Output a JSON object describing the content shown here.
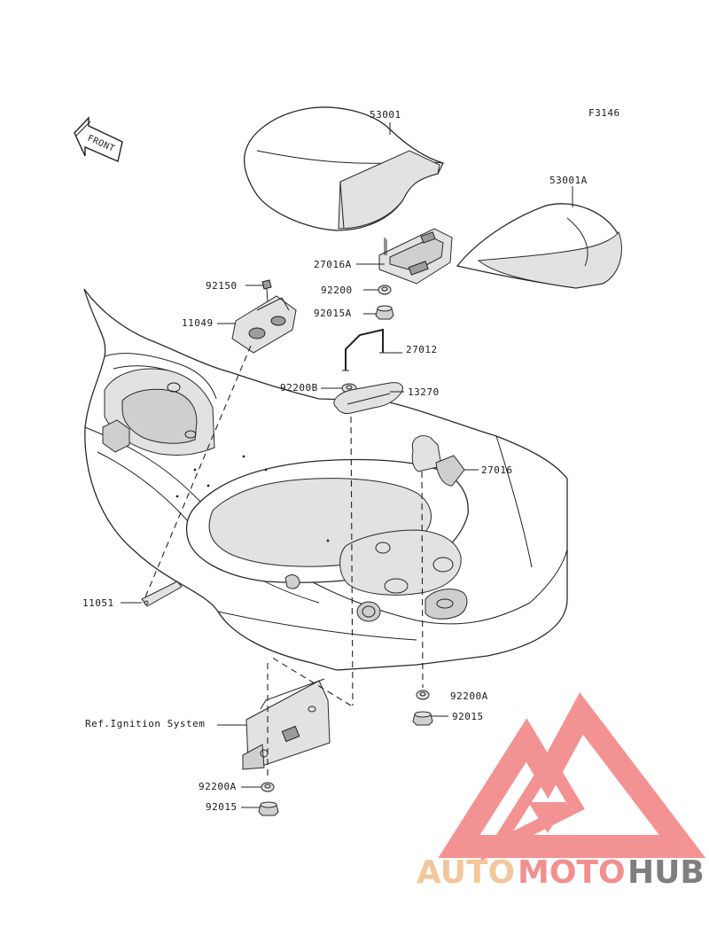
{
  "figure_code": "F3146",
  "front_arrow_label": "FRONT",
  "reference_note": "Ref.Ignition System",
  "parts": [
    "53001",
    "53001A",
    "27016A",
    "92200",
    "92015A",
    "92150",
    "11049",
    "27012",
    "92200B",
    "13270",
    "27016",
    "11051",
    "92200A",
    "92015",
    "92200A",
    "92015"
  ],
  "watermark": {
    "text_part1": "AUTO",
    "text_part2": "MOTO",
    "text_part3": "HUB",
    "color_part1": "#f3c79a",
    "color_part2": "#f28f8f",
    "color_part3": "#7f7f7f",
    "logo_color": "#f28080"
  }
}
